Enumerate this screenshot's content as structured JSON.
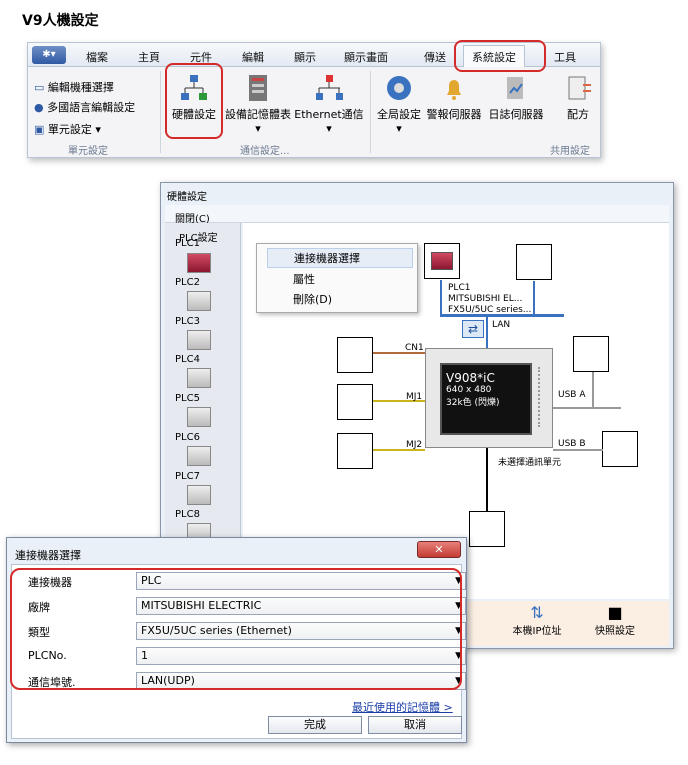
{
  "page_title": "V9人機設定",
  "ribbon": {
    "tabs": [
      "檔案",
      "主頁",
      "元件",
      "編輯",
      "顯示",
      "顯示畫面",
      "傳送",
      "系統設定",
      "工具"
    ],
    "active_tab": "系統設定",
    "left_items": [
      "編輯機種選擇",
      "多國語言編輯設定",
      "單元設定 ▾"
    ],
    "buttons": [
      "硬體設定",
      "設備記憶體表",
      "Ethernet通信",
      "全局設定",
      "警報伺服器",
      "日誌伺服器",
      "配方"
    ],
    "groups": [
      "單元設定",
      "通信設定...",
      "共用設定"
    ],
    "logo": "▾"
  },
  "hw": {
    "title": "硬體設定",
    "menu_close": "關閉(C)",
    "sidebar_header": "PLC設定",
    "plcs": [
      "PLC1",
      "PLC2",
      "PLC3",
      "PLC4",
      "PLC5",
      "PLC6",
      "PLC7",
      "PLC8"
    ],
    "context_menu": [
      "連接機器選擇",
      "屬性",
      "刪除(D)"
    ],
    "plc1_text": [
      "PLC1",
      "MITSUBISHI EL...",
      "FX5U/5UC series..."
    ],
    "ports": {
      "lan": "LAN",
      "cn1": "CN1",
      "mj1": "MJ1",
      "mj2": "MJ2",
      "usba": "USB A",
      "usbb": "USB B"
    },
    "hmi_lines": [
      "V908*iC",
      "640 x 480",
      "32k色 (閃爍)"
    ],
    "unselected": "未選擇通訊單元",
    "bottom_buttons": [
      "本機IP位址",
      "快照設定"
    ]
  },
  "dialog": {
    "title": "連接機器選擇",
    "close": "✕",
    "rows": [
      {
        "label": "連接機器",
        "value": "PLC"
      },
      {
        "label": "廠牌",
        "value": "MITSUBISHI ELECTRIC"
      },
      {
        "label": "類型",
        "value": "FX5U/5UC series (Ethernet)"
      },
      {
        "label": "PLCNo.",
        "value": "1"
      },
      {
        "label": "通信埠號.",
        "value": "LAN(UDP)"
      }
    ],
    "recent_link": "最近使用的記憶體 >",
    "ok": "完成",
    "cancel": "取消"
  }
}
